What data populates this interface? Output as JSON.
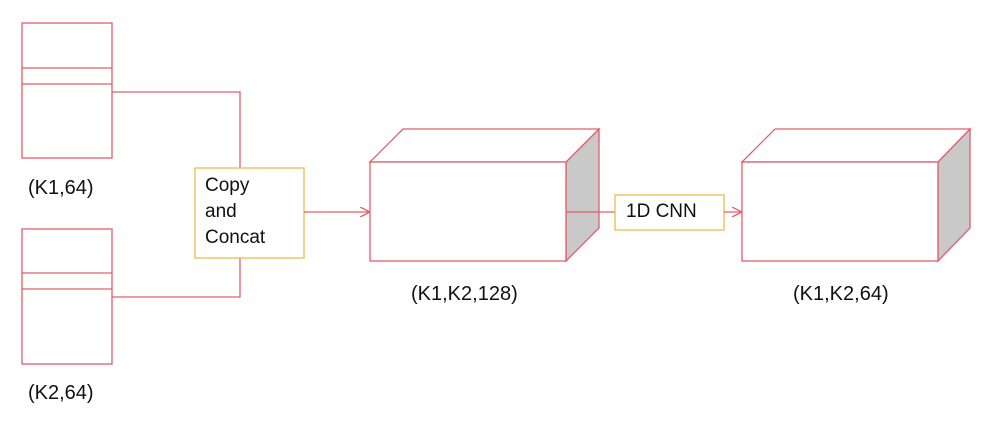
{
  "colors": {
    "stroke": "#e45d6c",
    "box_border": "#f0b94a",
    "cuboid_side": "#c9c9c9",
    "background": "#ffffff"
  },
  "inputs": [
    {
      "label": "(K1,64)"
    },
    {
      "label": "(K2,64)"
    }
  ],
  "operations": {
    "concat": {
      "lines": [
        "Copy",
        "and",
        "Concat"
      ]
    },
    "cnn": {
      "label": "1D CNN"
    }
  },
  "tensors": [
    {
      "label": "(K1,K2,128)"
    },
    {
      "label": "(K1,K2,64)"
    }
  ]
}
